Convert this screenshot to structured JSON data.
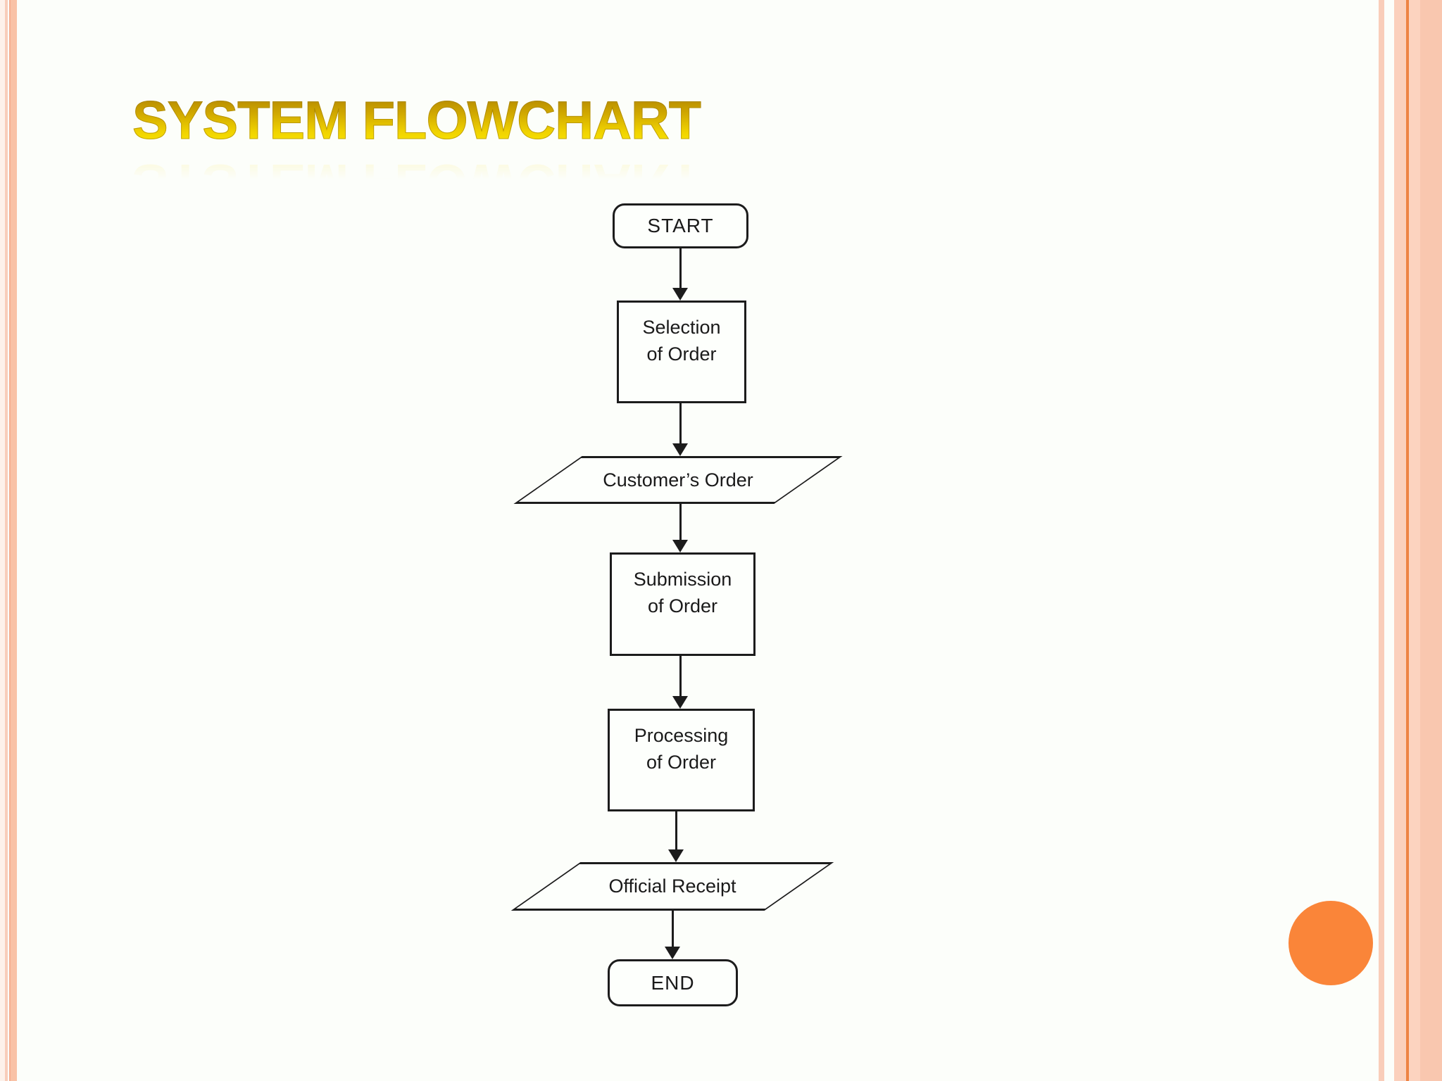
{
  "slide": {
    "title": "SYSTEM FLOWCHART",
    "theme": {
      "title_gradient_top": "#a87c00",
      "title_gradient_bottom": "#fff200",
      "stripe_pink_light": "#f9cdb9",
      "stripe_salmon": "#f9c2a6",
      "stripe_orange_line": "#ee8343",
      "accent_circle_color": "#fa8539",
      "shape_border_color": "#1c1c1c",
      "background": "#fcfefa"
    }
  },
  "flowchart": {
    "nodes": [
      {
        "id": "start",
        "type": "terminator",
        "label": "START"
      },
      {
        "id": "selection",
        "type": "process",
        "label": "Selection of Order",
        "lines": [
          "Selection",
          "of Order"
        ]
      },
      {
        "id": "customers-order",
        "type": "data-io",
        "label": "Customer’s Order"
      },
      {
        "id": "submission",
        "type": "process",
        "label": "Submission of Order",
        "lines": [
          "Submission",
          "of Order"
        ]
      },
      {
        "id": "processing",
        "type": "process",
        "label": "Processing of Order",
        "lines": [
          "Processing",
          "of Order"
        ]
      },
      {
        "id": "official-receipt",
        "type": "data-io",
        "label": "Official Receipt"
      },
      {
        "id": "end",
        "type": "terminator",
        "label": "END"
      }
    ],
    "edges": [
      {
        "from": "start",
        "to": "selection"
      },
      {
        "from": "selection",
        "to": "customers-order"
      },
      {
        "from": "customers-order",
        "to": "submission"
      },
      {
        "from": "submission",
        "to": "processing"
      },
      {
        "from": "processing",
        "to": "official-receipt"
      },
      {
        "from": "official-receipt",
        "to": "end"
      }
    ]
  }
}
